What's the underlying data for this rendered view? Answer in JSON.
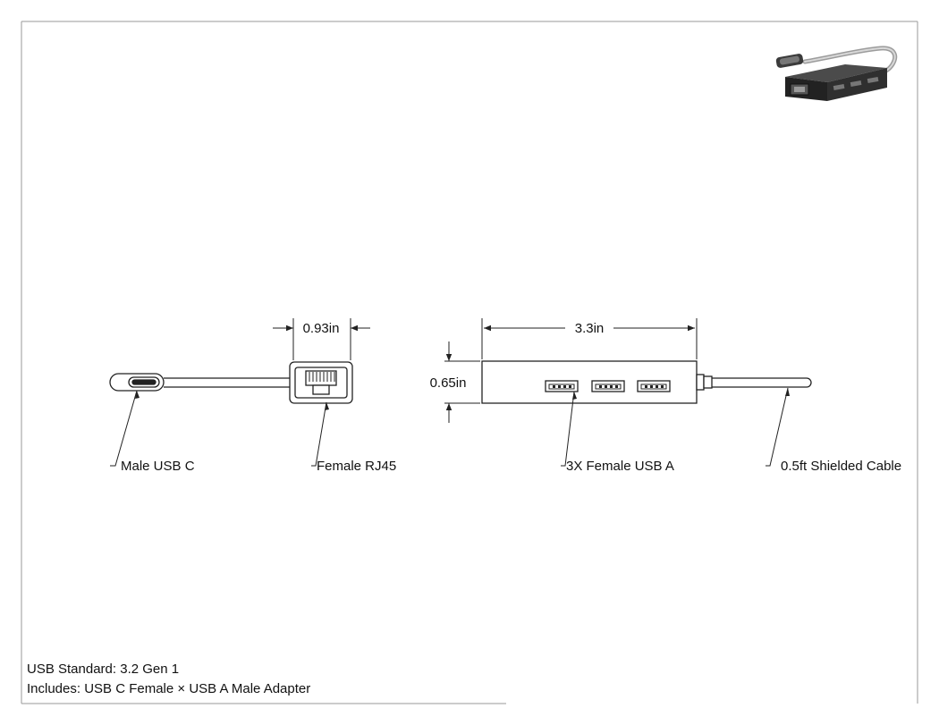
{
  "dimensions": {
    "rj45_width": "0.93in",
    "hub_length": "3.3in",
    "hub_height": "0.65in"
  },
  "callouts": {
    "male_usb_c": "Male USB C",
    "female_rj45": "Female RJ45",
    "usb_a_ports": "3X Female USB A",
    "cable": "0.5ft Shielded Cable"
  },
  "notes": {
    "usb_standard": "USB Standard: 3.2 Gen 1",
    "includes": "Includes: USB C Female × USB A Male Adapter"
  },
  "colors": {
    "line": "#222222",
    "product_body": "#2b2b2b"
  }
}
